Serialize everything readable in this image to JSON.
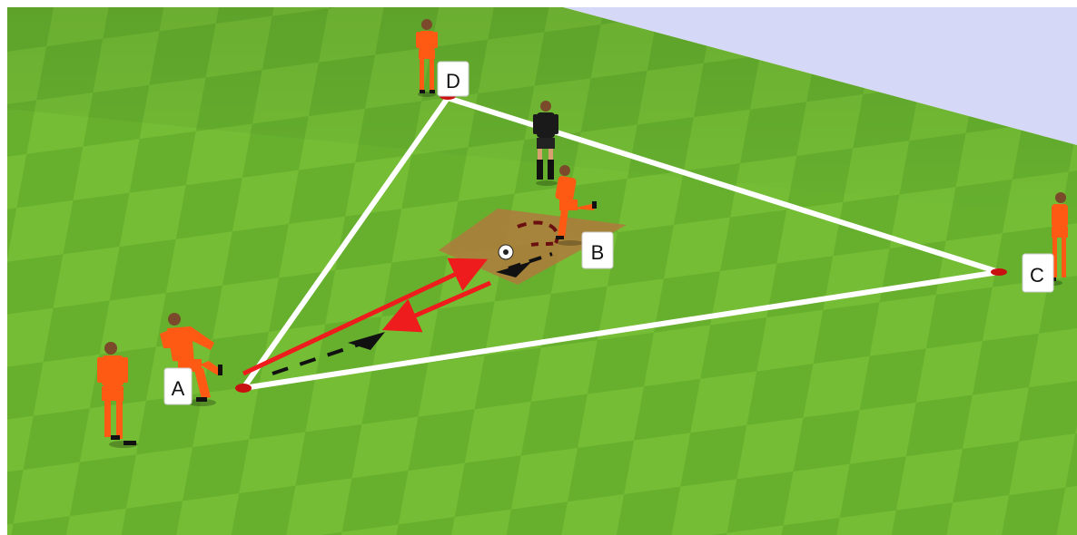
{
  "pitch": {
    "grass_light": "#7ec63a",
    "grass_dark": "#5fa82b",
    "sky": "#d6d8f7",
    "line_color": "#ffffff"
  },
  "zone": {
    "color": "#b07a3c"
  },
  "cones": [
    {
      "id": "A",
      "label": "A"
    },
    {
      "id": "B",
      "label": "B"
    },
    {
      "id": "C",
      "label": "C"
    },
    {
      "id": "D",
      "label": "D"
    }
  ],
  "arrows": {
    "pass_color": "#ee1c1c",
    "run_color": "#111111"
  },
  "players": {
    "team_color": "#ff5a14",
    "coach_color": "#1a1a1a"
  }
}
